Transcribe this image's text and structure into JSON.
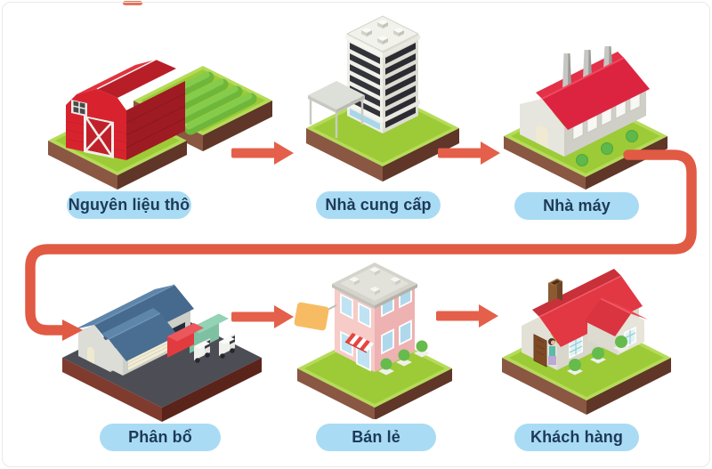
{
  "diagram": {
    "type": "flow",
    "description": "Supply chain flow diagram with isometric building illustrations",
    "nodes": [
      {
        "id": "raw-materials",
        "label": "Nguyên liệu thô",
        "illustration": "barn-and-crops"
      },
      {
        "id": "supplier",
        "label": "Nhà cung cấp",
        "illustration": "office-tower"
      },
      {
        "id": "factory",
        "label": "Nhà máy",
        "illustration": "factory-with-chimneys"
      },
      {
        "id": "distribution",
        "label": "Phân bổ",
        "illustration": "warehouse-with-trucks"
      },
      {
        "id": "retail",
        "label": "Bán lẻ",
        "illustration": "storefront-with-awning"
      },
      {
        "id": "customer",
        "label": "Khách hàng",
        "illustration": "family-house"
      }
    ],
    "connections": [
      {
        "from": "Nguyên liệu thô",
        "to": "Nhà cung cấp",
        "style": "straight-arrow"
      },
      {
        "from": "Nhà cung cấp",
        "to": "Nhà máy",
        "style": "straight-arrow"
      },
      {
        "from": "Nhà máy",
        "to": "Phân bổ",
        "style": "wrap-around-arrow"
      },
      {
        "from": "Phân bổ",
        "to": "Bán lẻ",
        "style": "straight-arrow"
      },
      {
        "from": "Bán lẻ",
        "to": "Khách hàng",
        "style": "straight-arrow"
      }
    ],
    "colors": {
      "arrow": "#E45C45",
      "label_background": "#A9DCF4",
      "label_text": "#1E3A58",
      "grass": "#9CCB37",
      "earth": "#8A5743",
      "canvas_background": "#FFFFFF",
      "canvas_border": "#E9E9E9"
    }
  }
}
